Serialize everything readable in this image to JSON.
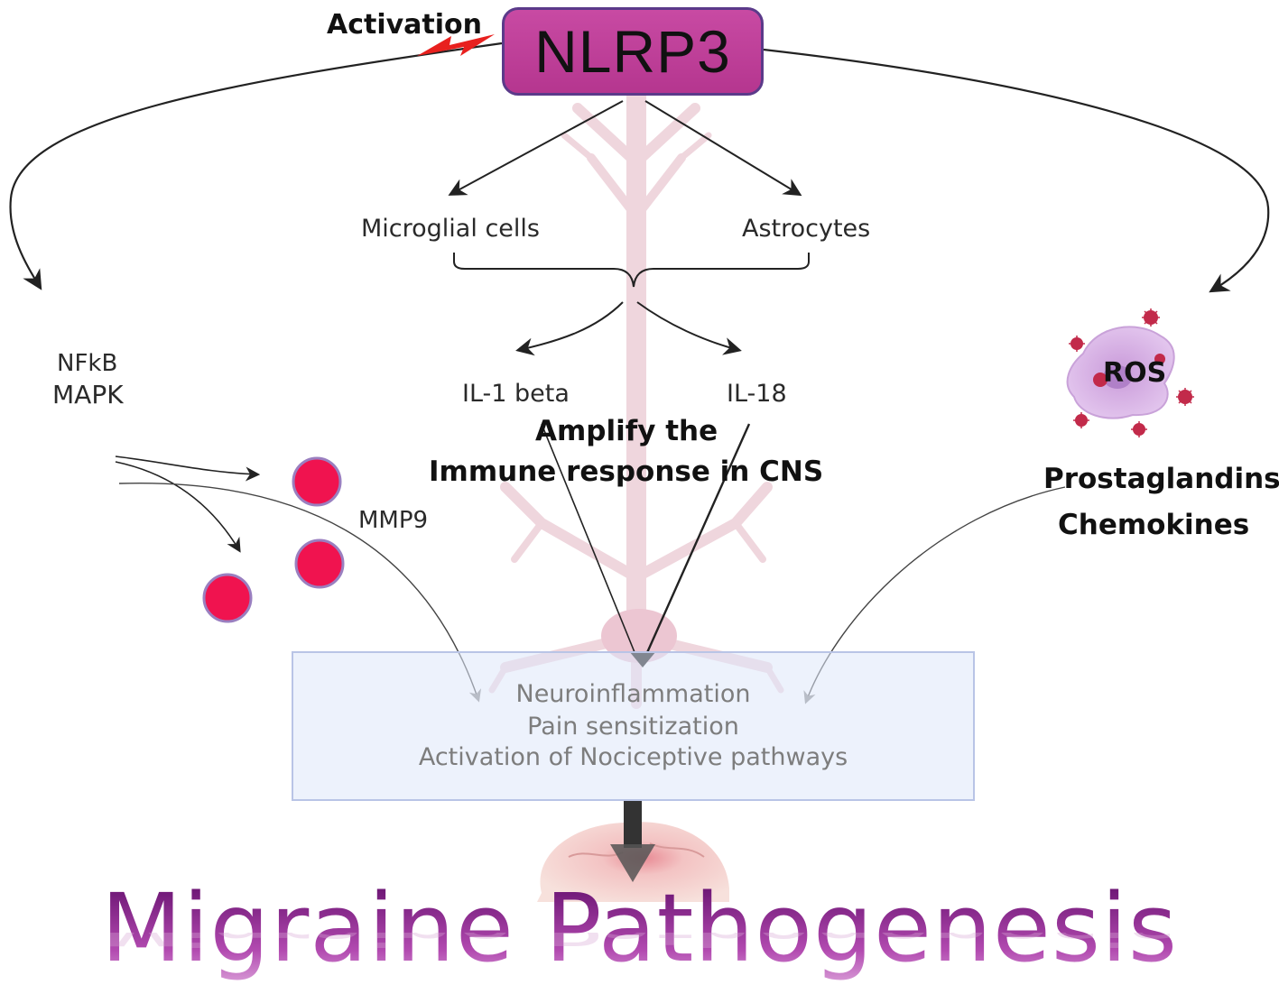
{
  "diagram": {
    "title": "Migraine Pathogenesis",
    "central_node": "NLRP3",
    "activation_label": "Activation",
    "branches": {
      "left": {
        "lines": [
          "NFkB",
          "MAPK"
        ],
        "product": "MMP9"
      },
      "center": {
        "cells": [
          "Microglial cells",
          "Astrocytes"
        ],
        "cytokines": [
          "IL-1 beta",
          "IL-18"
        ],
        "effect_lines": [
          "Amplify the",
          "Immune response in CNS"
        ]
      },
      "right": {
        "ros_label": "ROS",
        "mediators": [
          "Prostaglandins",
          "Chemokines"
        ]
      }
    },
    "outcome": {
      "lines": [
        "Neuroinflammation",
        "Pain sensitization",
        "Activation of Nociceptive pathways"
      ]
    },
    "icons": [
      "neuron-background-illustration",
      "lightning-bolt-icon",
      "mmp9-molecule-icon",
      "ros-cell-icon",
      "brain-icon"
    ],
    "colors": {
      "nlrp3_fill": "#c03f9c",
      "nlrp3_border": "#5b3a8a",
      "mmp9_fill": "#f0134f",
      "mmp9_border": "#9a7fc0",
      "ros_cell": "#d9b3e6",
      "outcome_box_fill": "#e8eefb",
      "outcome_box_border": "#b9c4e6",
      "title_gradient_top": "#6a1472",
      "title_gradient_bottom": "#d79ad6",
      "activation_bolt": "#e8201e",
      "neuron": "#efd6dd"
    }
  }
}
